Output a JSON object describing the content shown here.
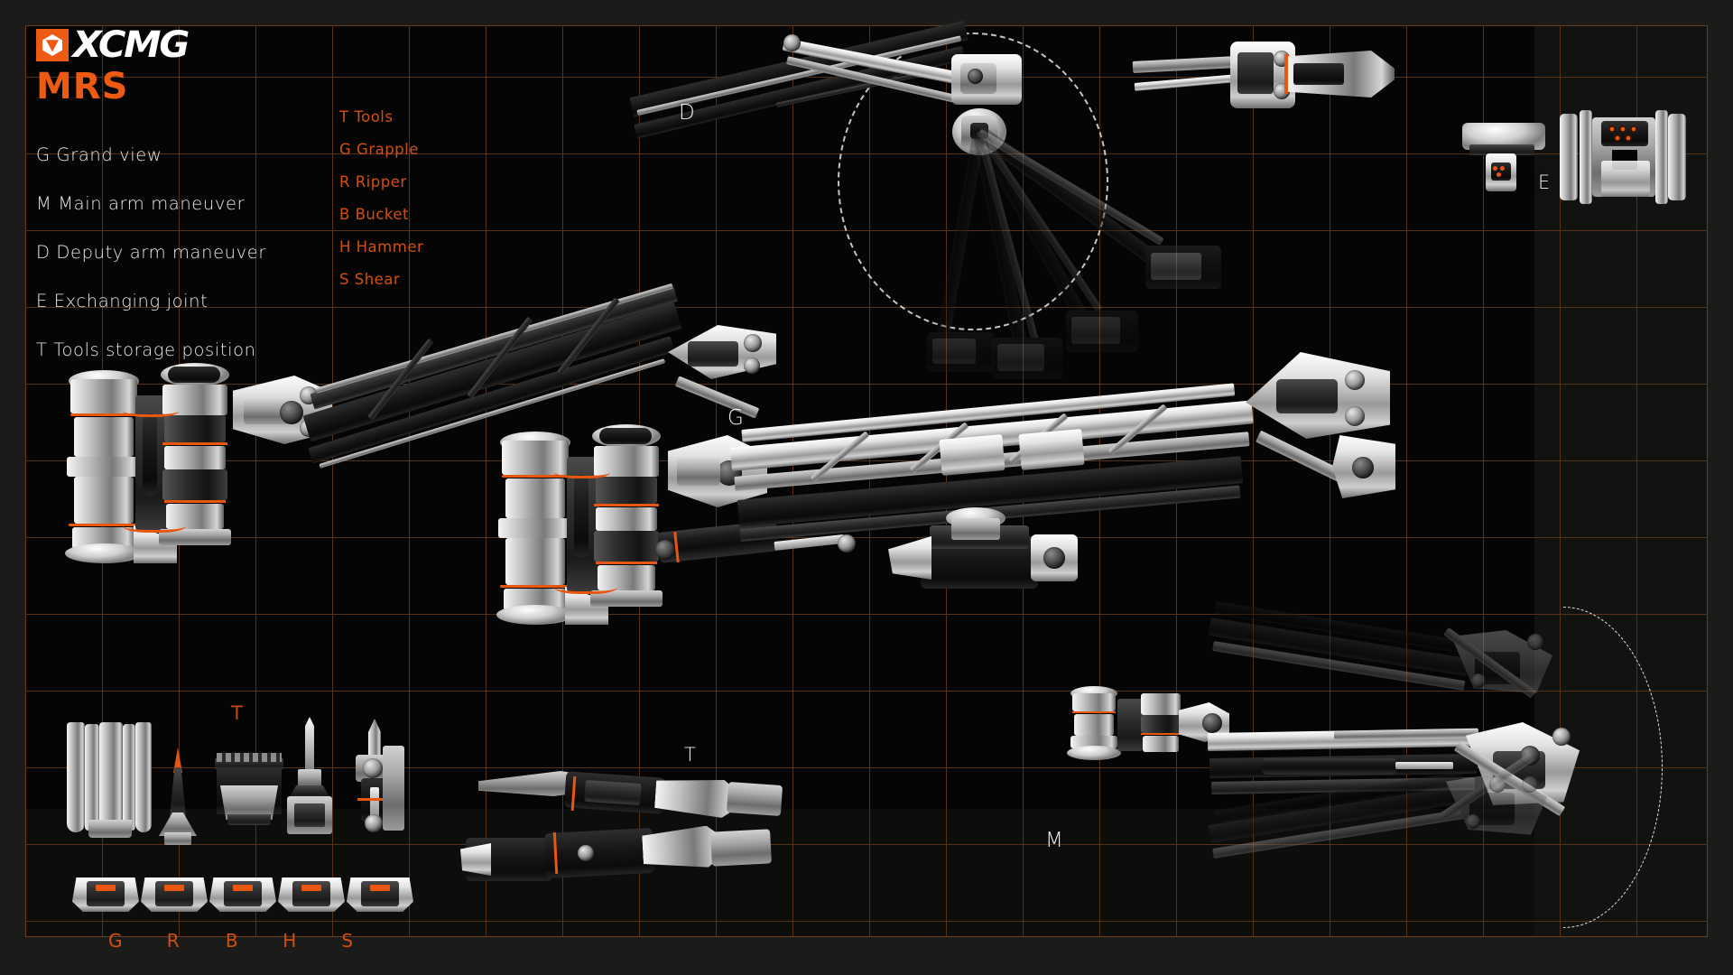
{
  "brand": {
    "logo_mark": "xcmg-hexagon-logo",
    "name": "XCMG",
    "product": "MRS"
  },
  "legend": {
    "items": [
      {
        "key": "G",
        "label": "G Grand view"
      },
      {
        "key": "M",
        "label": "M Main arm maneuver"
      },
      {
        "key": "D",
        "label": "D Deputy arm maneuver"
      },
      {
        "key": "E",
        "label": "E Exchanging joint"
      },
      {
        "key": "T",
        "label": "T Tools storage position"
      }
    ]
  },
  "tool_legend": {
    "items": [
      {
        "key": "T",
        "label": "T Tools"
      },
      {
        "key": "G",
        "label": "G Grapple"
      },
      {
        "key": "R",
        "label": "R Ripper"
      },
      {
        "key": "B",
        "label": "B Bucket"
      },
      {
        "key": "H",
        "label": "H Hammer"
      },
      {
        "key": "S",
        "label": "S Shear"
      }
    ]
  },
  "view_markers": {
    "grand": "G",
    "deputy": "D",
    "main": "M",
    "exchange": "E",
    "tools": "T",
    "tools_rack": "T"
  },
  "tool_rack": {
    "captions": [
      {
        "key": "G",
        "label": "G"
      },
      {
        "key": "R",
        "label": "R"
      },
      {
        "key": "B",
        "label": "B"
      },
      {
        "key": "H",
        "label": "H"
      },
      {
        "key": "S",
        "label": "S"
      }
    ]
  },
  "colors": {
    "accent_orange": "#ec5a13",
    "legend_orange": "#d2500f",
    "grid_line": "#5c3417",
    "background": "#050505",
    "frame": "#1b1b1a",
    "text_white": "#e9e9e9"
  }
}
